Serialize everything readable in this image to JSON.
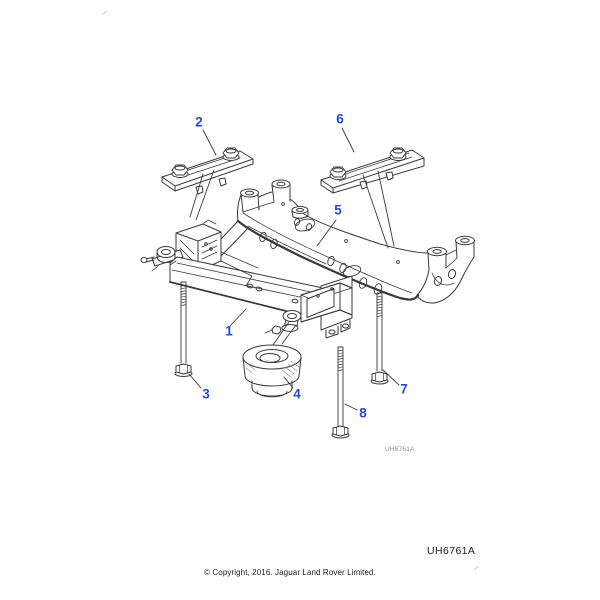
{
  "diagram": {
    "code_small": "UH6761A",
    "code_large": "UH6761A",
    "copyright": "© Copyright, 2016. Jaguar Land Rover Limited.",
    "callouts": [
      {
        "label": "1"
      },
      {
        "label": "2"
      },
      {
        "label": "3"
      },
      {
        "label": "4"
      },
      {
        "label": "5"
      },
      {
        "label": "6"
      },
      {
        "label": "7"
      },
      {
        "label": "8"
      }
    ]
  },
  "colors": {
    "callout_blue": "#2449d8",
    "line_dark": "#3a3a3a",
    "shade_gray": "#8a8a8a"
  }
}
